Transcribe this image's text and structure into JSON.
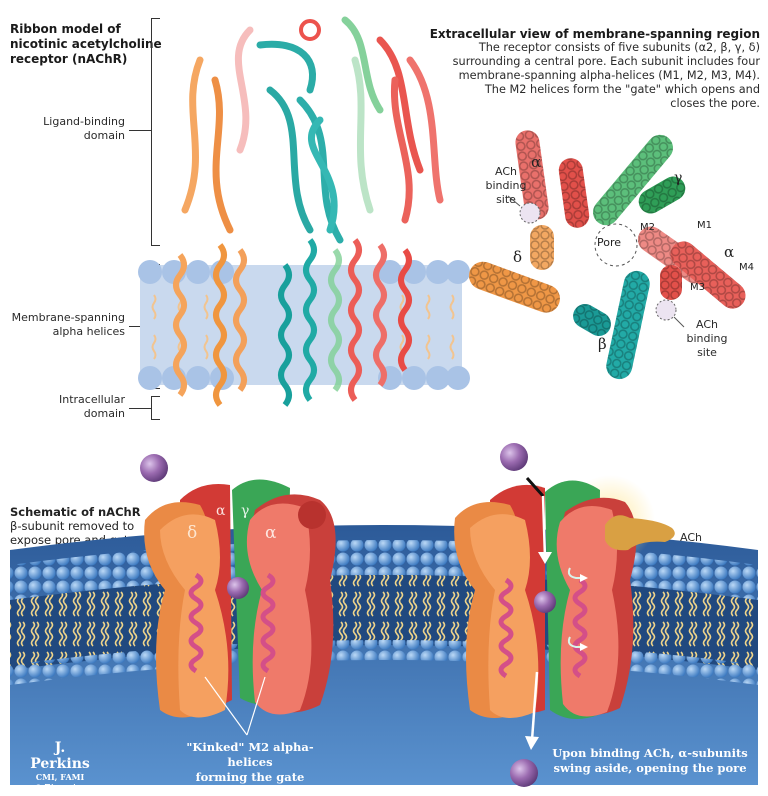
{
  "ribbon_model": {
    "title_lines": [
      "Ribbon model of",
      "nicotinic acetylcholine",
      "receptor (nAChR)"
    ],
    "domains": [
      {
        "lines": [
          "Ligand-binding",
          "domain"
        ]
      },
      {
        "lines": [
          "Membrane-spanning",
          "alpha helices"
        ]
      },
      {
        "lines": [
          "Intracellular",
          "domain"
        ]
      }
    ]
  },
  "extracellular_view": {
    "title": "Extracellular view of membrane-spanning region",
    "description_lines": [
      "The receptor consists of five subunits (α2, β, γ, δ)",
      "surrounding a central pore. Each subunit includes four",
      "membrane-spanning alpha-helices (M1, M2, M3, M4).",
      "The M2 helices form the \"gate\" which opens and",
      "closes the pore."
    ],
    "subunit_labels": {
      "alpha_top": "α",
      "gamma": "γ",
      "delta": "δ",
      "alpha_right": "α",
      "beta": "β"
    },
    "helix_labels": {
      "m1": "M1",
      "m2": "M2",
      "m3": "M3",
      "m4": "M4"
    },
    "pore_label": "Pore",
    "binding_site_left": [
      "ACh",
      "binding",
      "site"
    ],
    "binding_site_right": [
      "ACh",
      "binding",
      "site"
    ]
  },
  "schematic": {
    "title": "Schematic of nAChR",
    "subtitle_lines": [
      "β-subunit removed to",
      "expose pore and gate"
    ],
    "closed_labels": {
      "delta": "δ",
      "alpha_back": "α",
      "gamma": "γ",
      "alpha_front": "α"
    },
    "closed_caption_lines": [
      "\"Kinked\" M2 alpha-helices",
      "forming the gate"
    ],
    "open_ach_label": "ACh",
    "open_caption_lines": [
      "Upon binding ACh, α-subunits",
      "swing aside, opening the pore"
    ]
  },
  "credit": {
    "author": "J. Perkins",
    "credentials": "CMI, FAMI",
    "copyright": "©Elsevier"
  },
  "colors": {
    "alpha": "#e2504a",
    "alpha_light": "#f08a84",
    "gamma": "#3bb062",
    "delta": "#f19a4c",
    "beta": "#22aaa6",
    "membrane_blue": "#2f5f9e",
    "cytoplasm_blue": "#4d86c6",
    "ion_purple": "#9b6bb0",
    "ach_gold": "#d9a043"
  }
}
